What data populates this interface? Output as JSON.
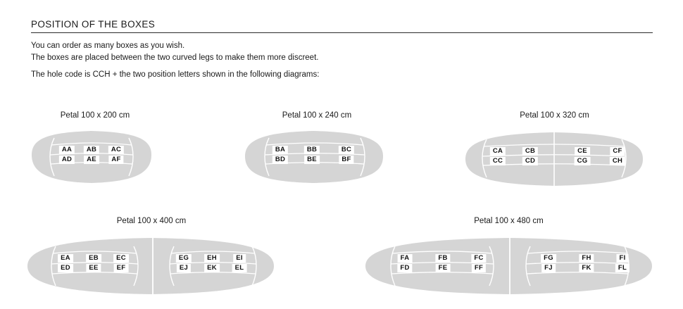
{
  "header": {
    "section_title": "POSITION OF THE BOXES",
    "intro_line_1": "You can order as many boxes as you wish.",
    "intro_line_2": "The boxes are placed between the two curved legs to make them more discreet.",
    "intro_line_3": "The hole code is CCH + the two position letters shown in the following diagrams:"
  },
  "colors": {
    "shape_fill": "#d5d5d5",
    "line": "#ffffff",
    "text": "#1a1a1a",
    "chip_bg": "#ffffff",
    "rule": "#2b2b2b"
  },
  "diagrams": [
    {
      "id": "petal-100x200",
      "caption": "Petal 100 x 200 cm",
      "segments": 1,
      "rows": [
        [
          "AA",
          "AB",
          "AC"
        ],
        [
          "AD",
          "AE",
          "AF"
        ]
      ]
    },
    {
      "id": "petal-100x240",
      "caption": "Petal 100 x 240 cm",
      "segments": 1,
      "rows": [
        [
          "BA",
          "BB",
          "BC"
        ],
        [
          "BD",
          "BE",
          "BF"
        ]
      ]
    },
    {
      "id": "petal-100x320",
      "caption": "Petal 100 x 320 cm",
      "segments": 2,
      "rows": [
        [
          "CA",
          "CB",
          "CE",
          "CF"
        ],
        [
          "CC",
          "CD",
          "CG",
          "CH"
        ]
      ]
    },
    {
      "id": "petal-100x400",
      "caption": "Petal 100 x 400 cm",
      "segments": 2,
      "rows": [
        [
          "EA",
          "EB",
          "EC",
          "EG",
          "EH",
          "EI"
        ],
        [
          "ED",
          "EE",
          "EF",
          "EJ",
          "EK",
          "EL"
        ]
      ]
    },
    {
      "id": "petal-100x480",
      "caption": "Petal 100 x 480 cm",
      "segments": 2,
      "rows": [
        [
          "FA",
          "FB",
          "FC",
          "FG",
          "FH",
          "FI"
        ],
        [
          "FD",
          "FE",
          "FF",
          "FJ",
          "FK",
          "FL"
        ]
      ]
    }
  ]
}
